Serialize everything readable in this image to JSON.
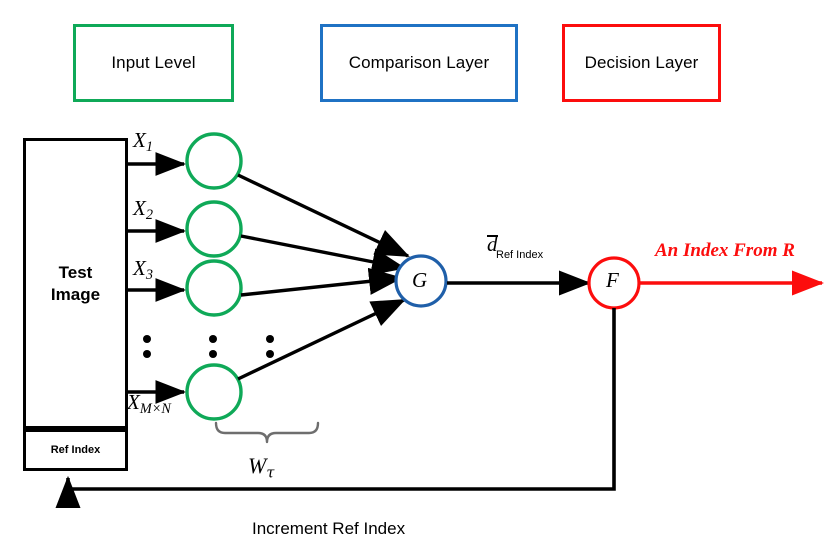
{
  "legend": {
    "items": [
      {
        "key": "input_level",
        "label": "Input Level",
        "color": "#0fa958"
      },
      {
        "key": "comparison_layer",
        "label": "Comparison Layer",
        "color": "#1f72c4"
      },
      {
        "key": "decision_layer",
        "label": "Decision Layer",
        "color": "#fc0d0d"
      }
    ]
  },
  "source": {
    "test_image_line1": "Test",
    "test_image_line2": "Image",
    "ref_index_label": "Ref Index"
  },
  "inputs": {
    "labels": [
      {
        "base": "X",
        "sub": "1",
        "text": "X1"
      },
      {
        "base": "X",
        "sub": "2",
        "text": "X2"
      },
      {
        "base": "X",
        "sub": "3",
        "text": "X3"
      },
      {
        "base": "X",
        "sub": "M×N",
        "text": "XM×N"
      }
    ],
    "ellipsis_columns": 3,
    "ellipsis_dots_per_column": 2,
    "neuron_count_shown": 4,
    "neuron_color": "#0fa958"
  },
  "comparison": {
    "node_label": "G",
    "node_color": "#1f5fa9",
    "weights_label_base": "W",
    "weights_label_sub": "τ"
  },
  "decision": {
    "node_label": "F",
    "node_color": "#fc0d0d",
    "output_label": "An Index From R",
    "output_color": "#fc0d0d"
  },
  "edges": {
    "g_to_f_label_base": "d",
    "g_to_f_label_sub": "Ref Index",
    "feedback_label": "Increment Ref Index"
  },
  "colors": {
    "green": "#0fa958",
    "blue": "#1f72c4",
    "node_blue": "#1f5fa9",
    "red": "#fc0d0d",
    "black": "#000000",
    "brace_gray": "#6e6e6e",
    "background": "#ffffff"
  }
}
